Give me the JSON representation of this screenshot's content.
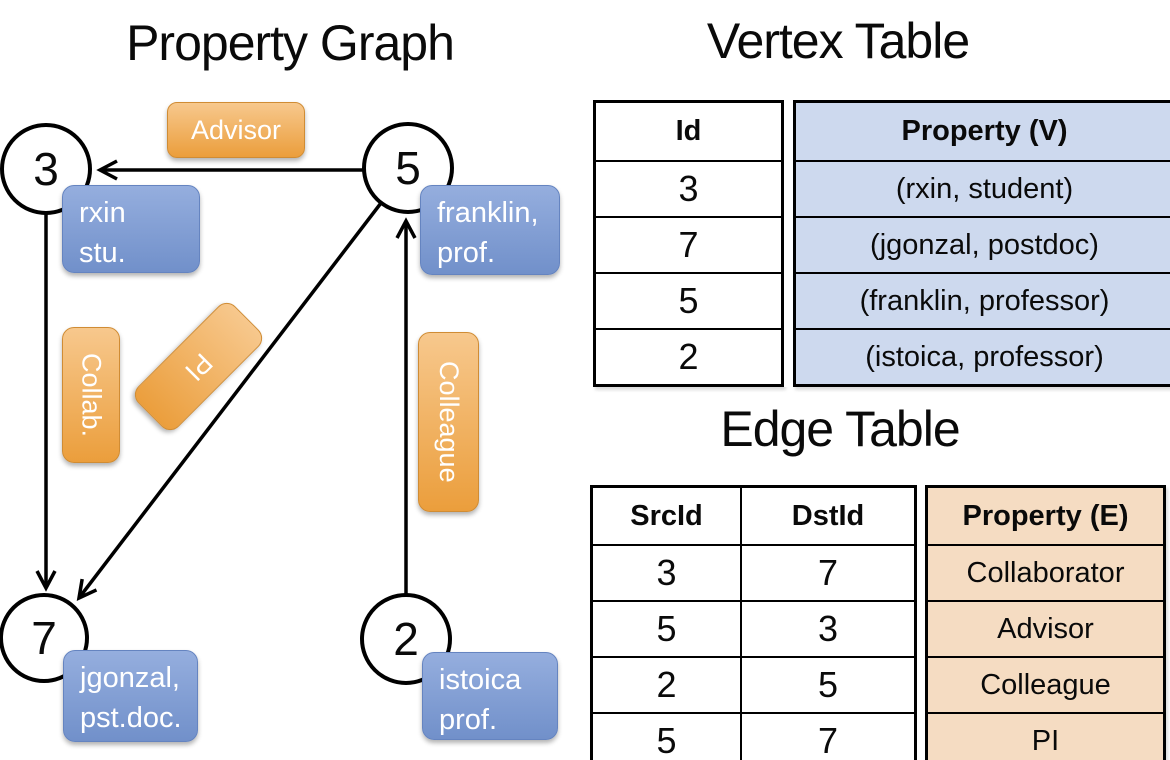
{
  "graph": {
    "title": "Property Graph",
    "nodes": [
      {
        "id": "3",
        "prop_line1": "rxin",
        "prop_line2": "stu."
      },
      {
        "id": "5",
        "prop_line1": "franklin,",
        "prop_line2": "prof."
      },
      {
        "id": "7",
        "prop_line1": "jgonzal,",
        "prop_line2": "pst.doc."
      },
      {
        "id": "2",
        "prop_line1": "istoica",
        "prop_line2": "prof."
      }
    ],
    "edge_labels": {
      "advisor": "Advisor",
      "collab": "Collab.",
      "pi": "PI",
      "colleague": "Colleague"
    }
  },
  "vertex_table": {
    "title": "Vertex Table",
    "columns": {
      "id": "Id",
      "property": "Property (V)"
    },
    "rows": [
      {
        "id": "3",
        "property": "(rxin, student)"
      },
      {
        "id": "7",
        "property": "(jgonzal, postdoc)"
      },
      {
        "id": "5",
        "property": "(franklin, professor)"
      },
      {
        "id": "2",
        "property": "(istoica, professor)"
      }
    ]
  },
  "edge_table": {
    "title": "Edge Table",
    "columns": {
      "src": "SrcId",
      "dst": "DstId",
      "property": "Property (E)"
    },
    "rows": [
      {
        "src": "3",
        "dst": "7",
        "property": "Collaborator"
      },
      {
        "src": "5",
        "dst": "3",
        "property": "Advisor"
      },
      {
        "src": "2",
        "dst": "5",
        "property": "Colleague"
      },
      {
        "src": "5",
        "dst": "7",
        "property": "PI"
      }
    ]
  },
  "colors": {
    "orange-light": "#f7c88d",
    "orange-dark": "#eb9e3c",
    "orange-border": "#d08c34",
    "blue-light": "#95aede",
    "blue-dark": "#7190ca",
    "blue-border": "#6584c0",
    "vertex-cell-bg": "#cdd9ee",
    "edge-cell-bg": "#f5dcc2",
    "line": "#000000"
  }
}
